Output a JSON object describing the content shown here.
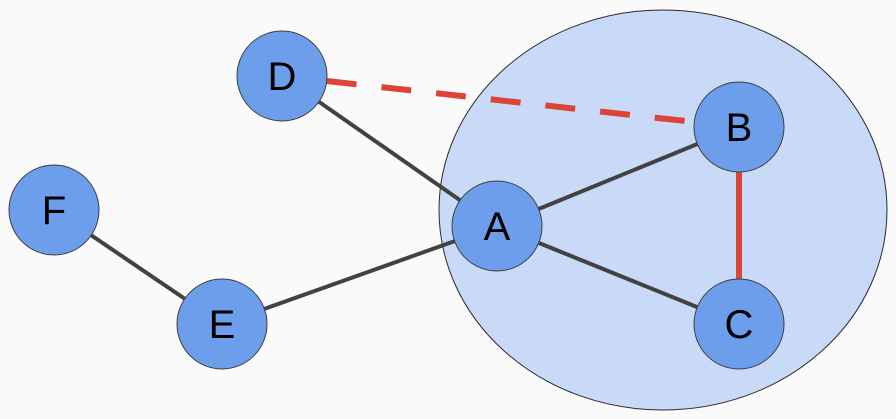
{
  "colors": {
    "background": "#fafafa",
    "node_fill": "#6d9eeb",
    "node_stroke": "#3f3f3f",
    "cluster_fill": "#c9daf8",
    "cluster_stroke": "#2b2b2b",
    "edge_default": "#424242",
    "edge_highlight": "#db4437"
  },
  "nodes": [
    {
      "id": "A",
      "label": "A"
    },
    {
      "id": "B",
      "label": "B"
    },
    {
      "id": "C",
      "label": "C"
    },
    {
      "id": "D",
      "label": "D"
    },
    {
      "id": "E",
      "label": "E"
    },
    {
      "id": "F",
      "label": "F"
    }
  ],
  "edges": [
    {
      "from": "D",
      "to": "A",
      "style": "solid",
      "color": "default"
    },
    {
      "from": "A",
      "to": "B",
      "style": "solid",
      "color": "default"
    },
    {
      "from": "A",
      "to": "C",
      "style": "solid",
      "color": "default"
    },
    {
      "from": "E",
      "to": "A",
      "style": "solid",
      "color": "default"
    },
    {
      "from": "F",
      "to": "E",
      "style": "solid",
      "color": "default"
    },
    {
      "from": "B",
      "to": "C",
      "style": "solid",
      "color": "highlight"
    },
    {
      "from": "D",
      "to": "B",
      "style": "dashed",
      "color": "highlight"
    }
  ],
  "cluster": {
    "members": [
      "A",
      "B",
      "C"
    ]
  }
}
